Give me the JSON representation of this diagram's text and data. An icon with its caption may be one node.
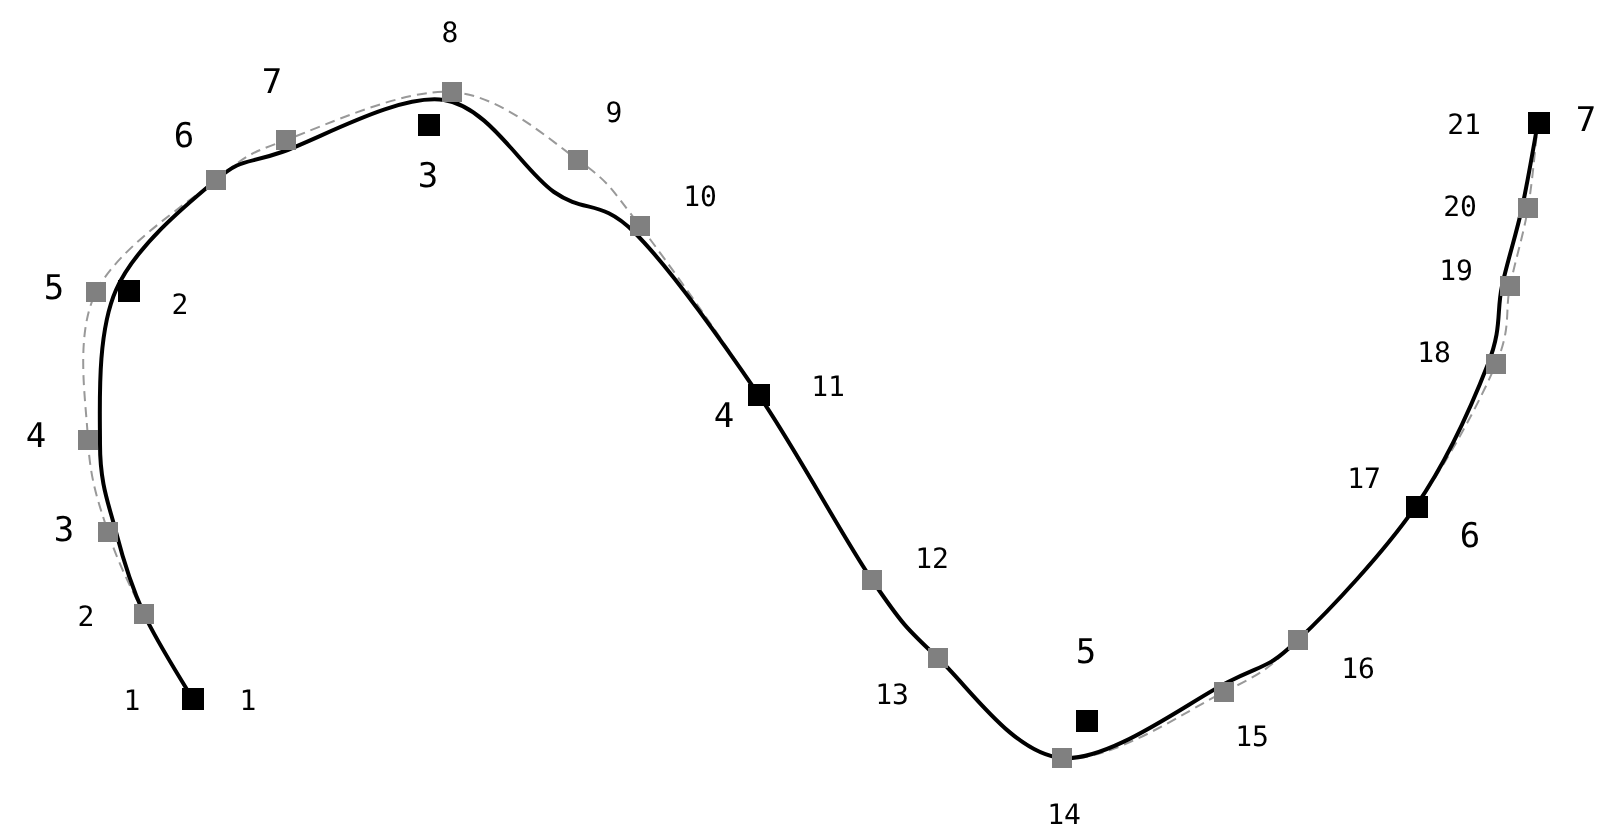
{
  "diagram": {
    "labels": [
      "8",
      "7",
      "9",
      "21",
      "7",
      "6",
      "3",
      "10",
      "20",
      "19",
      "5",
      "2",
      "18",
      "11",
      "4",
      "4",
      "17",
      "3",
      "6",
      "12",
      "2",
      "5",
      "16",
      "1",
      "1",
      "13",
      "15",
      "14"
    ]
  }
}
